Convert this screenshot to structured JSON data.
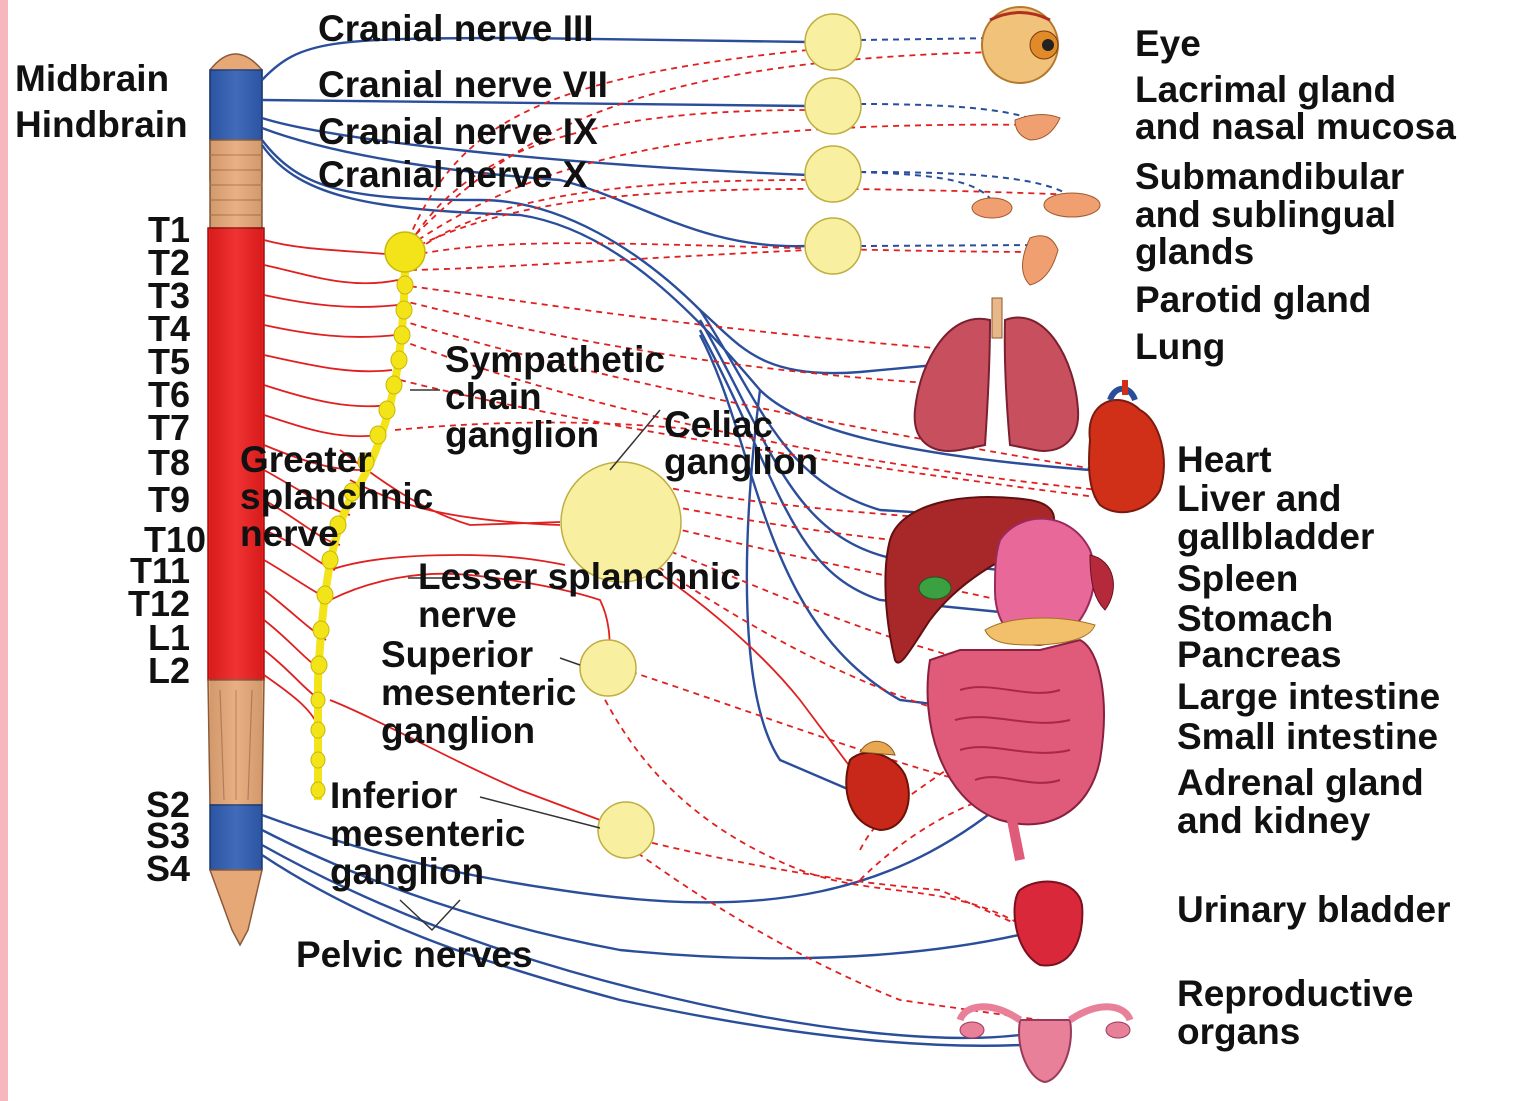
{
  "colors": {
    "sympathetic": "#e02020",
    "parasympathetic": "#2b4e9b",
    "ganglion_fill": "#f8f0a0",
    "chain": "#f2e418",
    "cord_thoracic": "#ee1e1e",
    "cord_sacral": "#2f5db2",
    "cord_plain": "#e6a877",
    "page_border": "#f4b8bd"
  },
  "labels": {
    "midbrain": "Midbrain",
    "hindbrain": "Hindbrain",
    "cn3": "Cranial nerve III",
    "cn7": "Cranial nerve VII",
    "cn9": "Cranial nerve IX",
    "cn10": "Cranial nerve X",
    "sympathetic_chain": [
      "Sympathetic",
      "chain",
      "ganglion"
    ],
    "celiac": [
      "Celiac",
      "ganglion"
    ],
    "greater_splanchnic": [
      "Greater",
      "splanchnic",
      "nerve"
    ],
    "lesser_splanchnic": [
      "Lesser splanchnic",
      "nerve"
    ],
    "superior_mesenteric": [
      "Superior",
      "mesenteric",
      "ganglion"
    ],
    "inferior_mesenteric": [
      "Inferior",
      "mesenteric",
      "ganglion"
    ],
    "pelvic_nerves": "Pelvic nerves"
  },
  "segments": [
    "T1",
    "T2",
    "T3",
    "T4",
    "T5",
    "T6",
    "T7",
    "T8",
    "T9",
    "T10",
    "T11",
    "T12",
    "L1",
    "L2",
    "S2",
    "S3",
    "S4"
  ],
  "organs": {
    "eye": "Eye",
    "lacrimal": [
      "Lacrimal gland",
      "and nasal mucosa"
    ],
    "submandibular": [
      "Submandibular",
      "and sublingual",
      "glands"
    ],
    "parotid": "Parotid gland",
    "lung": "Lung",
    "heart": "Heart",
    "liver": [
      "Liver and",
      "gallbladder"
    ],
    "spleen": "Spleen",
    "stomach": "Stomach",
    "pancreas": "Pancreas",
    "large_intestine": "Large intestine",
    "small_intestine": "Small intestine",
    "adrenal": [
      "Adrenal gland",
      "and kidney"
    ],
    "bladder": "Urinary bladder",
    "reproductive": [
      "Reproductive",
      "organs"
    ]
  }
}
